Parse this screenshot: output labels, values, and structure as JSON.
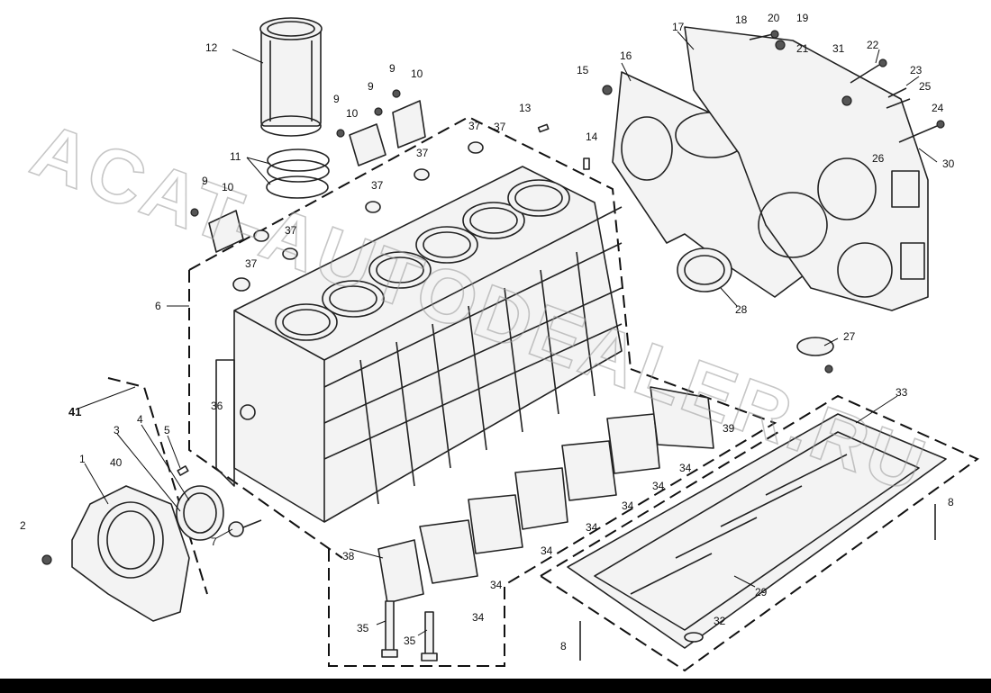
{
  "watermark": {
    "text": "ACAT-AUTODEALER.RU"
  },
  "callouts": [
    {
      "id": "c1",
      "label": "1"
    },
    {
      "id": "c2",
      "label": "2"
    },
    {
      "id": "c3",
      "label": "3"
    },
    {
      "id": "c4",
      "label": "4"
    },
    {
      "id": "c5",
      "label": "5"
    },
    {
      "id": "c6",
      "label": "6"
    },
    {
      "id": "c7",
      "label": "7"
    },
    {
      "id": "c8a",
      "label": "8"
    },
    {
      "id": "c8b",
      "label": "8"
    },
    {
      "id": "c9a",
      "label": "9"
    },
    {
      "id": "c9b",
      "label": "9"
    },
    {
      "id": "c9c",
      "label": "9"
    },
    {
      "id": "c9d",
      "label": "9"
    },
    {
      "id": "c10a",
      "label": "10"
    },
    {
      "id": "c10b",
      "label": "10"
    },
    {
      "id": "c10c",
      "label": "10"
    },
    {
      "id": "c11",
      "label": "11"
    },
    {
      "id": "c12",
      "label": "12"
    },
    {
      "id": "c13",
      "label": "13"
    },
    {
      "id": "c14",
      "label": "14"
    },
    {
      "id": "c15",
      "label": "15"
    },
    {
      "id": "c16",
      "label": "16"
    },
    {
      "id": "c17",
      "label": "17"
    },
    {
      "id": "c18",
      "label": "18"
    },
    {
      "id": "c19",
      "label": "19"
    },
    {
      "id": "c20",
      "label": "20"
    },
    {
      "id": "c21",
      "label": "21"
    },
    {
      "id": "c22",
      "label": "22"
    },
    {
      "id": "c23",
      "label": "23"
    },
    {
      "id": "c24",
      "label": "24"
    },
    {
      "id": "c25",
      "label": "25"
    },
    {
      "id": "c26",
      "label": "26"
    },
    {
      "id": "c27",
      "label": "27"
    },
    {
      "id": "c28",
      "label": "28"
    },
    {
      "id": "c29",
      "label": "29"
    },
    {
      "id": "c30",
      "label": "30"
    },
    {
      "id": "c31",
      "label": "31"
    },
    {
      "id": "c32",
      "label": "32"
    },
    {
      "id": "c33",
      "label": "33"
    },
    {
      "id": "c34a",
      "label": "34"
    },
    {
      "id": "c34b",
      "label": "34"
    },
    {
      "id": "c34c",
      "label": "34"
    },
    {
      "id": "c34d",
      "label": "34"
    },
    {
      "id": "c34e",
      "label": "34"
    },
    {
      "id": "c34f",
      "label": "34"
    },
    {
      "id": "c34g",
      "label": "34"
    },
    {
      "id": "c35a",
      "label": "35"
    },
    {
      "id": "c35b",
      "label": "35"
    },
    {
      "id": "c36",
      "label": "36"
    },
    {
      "id": "c37a",
      "label": "37"
    },
    {
      "id": "c37b",
      "label": "37"
    },
    {
      "id": "c37c",
      "label": "37"
    },
    {
      "id": "c37d",
      "label": "37"
    },
    {
      "id": "c37e",
      "label": "37"
    },
    {
      "id": "c37f",
      "label": "37"
    },
    {
      "id": "c38",
      "label": "38"
    },
    {
      "id": "c39",
      "label": "39"
    },
    {
      "id": "c40",
      "label": "40"
    },
    {
      "id": "c41",
      "label": "41"
    }
  ]
}
